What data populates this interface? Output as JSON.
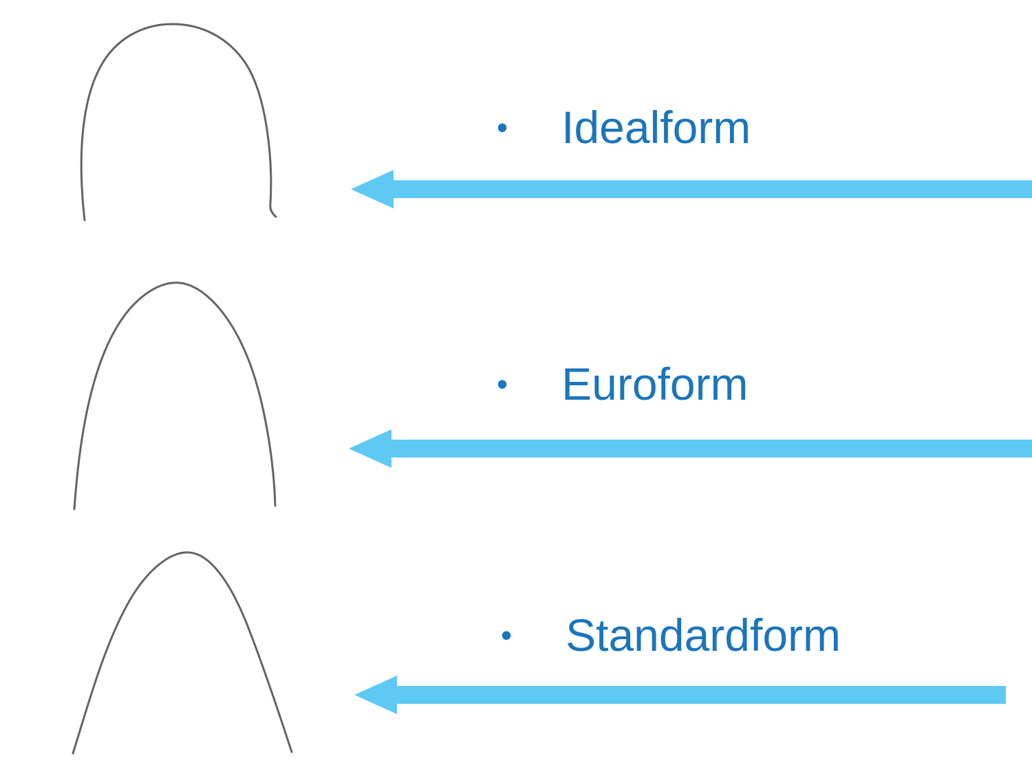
{
  "slide": {
    "background": "#ffffff",
    "label_color": "#1b75bb",
    "arrow_color": "#5ec9f2",
    "wire_color": "#646464",
    "bullet_glyph": "•",
    "items": [
      {
        "label": "Idealform"
      },
      {
        "label": "Euroform"
      },
      {
        "label": "Standardform"
      }
    ]
  }
}
